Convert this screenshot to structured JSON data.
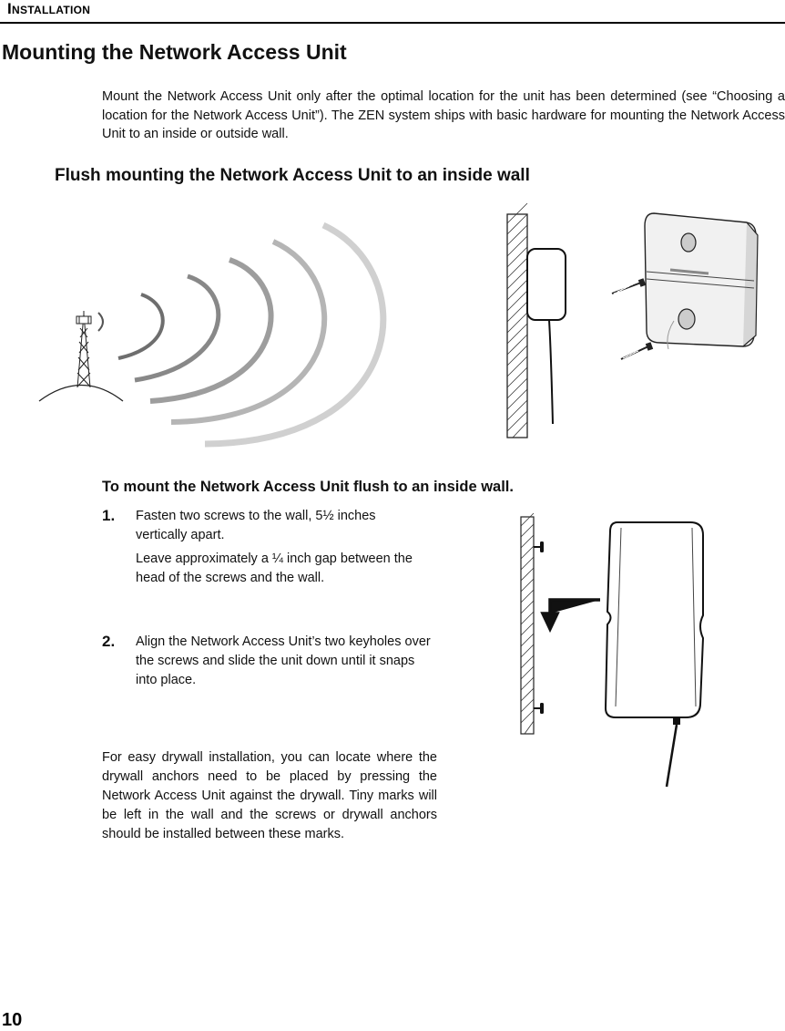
{
  "header": {
    "section_title": "Installation"
  },
  "page_title": "Mounting the Network Access Unit",
  "intro_text": "Mount the Network Access Unit only after the optimal location for the unit has been determined (see “Choosing a location for the Network Access Unit”). The ZEN system ships with basic hardware for mounting the Network Access Unit to an inside or outside wall.",
  "section_heading": "Flush mounting the Network Access Unit to an inside wall",
  "procedure": {
    "heading": "To mount the Network Access Unit flush to an inside wall.",
    "steps": [
      {
        "number": "1.",
        "text": "Fasten two screws to the wall, 5½ inches vertically apart.",
        "subtext": "Leave approximately a ¼ inch gap between the head of the screws and the wall."
      },
      {
        "number": "2.",
        "text": "Align the Network Access Unit’s two keyholes over the screws and slide the unit down until it snaps into place."
      }
    ]
  },
  "note_text": "For easy drywall installation, you can locate where the drywall anchors need to be placed by pressing the Network Access Unit against the drywall. Tiny marks will be left in the wall and the screws or drywall anchors should be installed between these marks.",
  "page_number": "10"
}
